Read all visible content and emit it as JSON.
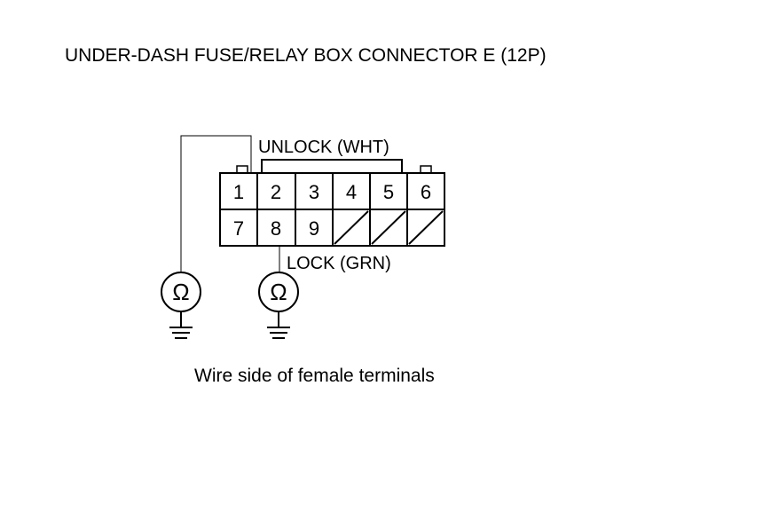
{
  "title": "UNDER-DASH FUSE/RELAY BOX CONNECTOR E (12P)",
  "connector": {
    "top_row": [
      "1",
      "2",
      "3",
      "4",
      "5",
      "6"
    ],
    "bottom_row": [
      "7",
      "8",
      "9",
      "",
      "",
      ""
    ]
  },
  "labels": {
    "unlock": "UNLOCK (WHT)",
    "lock": "LOCK (GRN)"
  },
  "meters": [
    {
      "symbol": "Ω",
      "icon": "ohmmeter-icon"
    },
    {
      "symbol": "Ω",
      "icon": "ohmmeter-icon"
    }
  ],
  "caption": "Wire side of female terminals"
}
